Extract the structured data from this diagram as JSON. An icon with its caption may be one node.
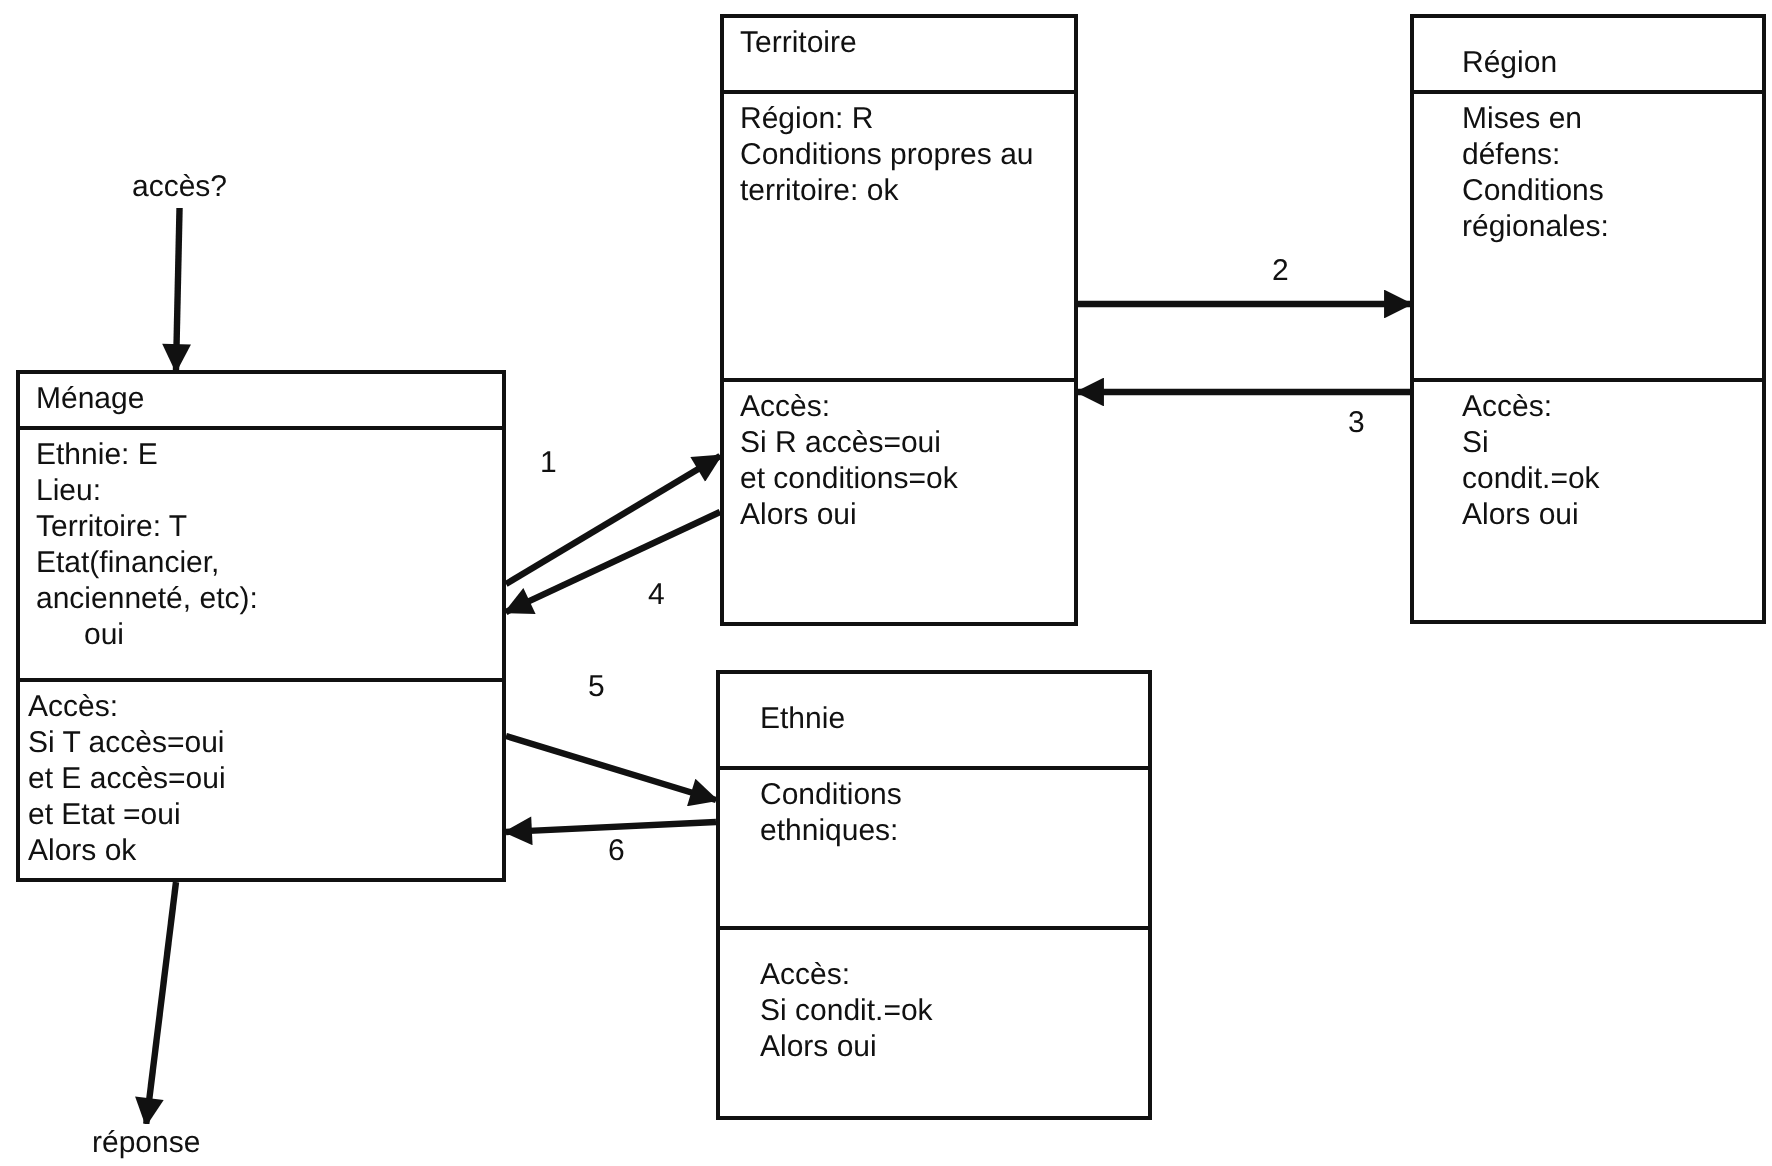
{
  "diagram": {
    "nodes": [
      {
        "text": [
          "accès?"
        ]
      },
      {
        "text": [
          "Ménage",
          "Ethnie: E",
          "Lieu:",
          "Territoire: T",
          "Etat(financier, ancienneté, etc):",
          "oui",
          "Accès:",
          "Si T accès=oui",
          "et E accès=oui",
          "et Etat =oui",
          "Alors ok"
        ]
      },
      {
        "text": [
          "Territoire",
          "Région: R",
          "Conditions propres au territoire: ok",
          "Accès:",
          "Si R accès=oui",
          "et conditions=ok",
          "Alors oui"
        ]
      },
      {
        "text": [
          "Région",
          "Mises en défens:",
          "Conditions régionales:",
          "Accès:",
          "Si condit.=ok",
          "Alors oui"
        ]
      },
      {
        "text": [
          "Ethnie",
          "Conditions ethniques:",
          "Accès:",
          "Si condit.=ok",
          "Alors oui"
        ]
      },
      {
        "text": [
          "réponse"
        ]
      }
    ],
    "edges": [
      {
        "from": 0,
        "to": 1,
        "arrow": "to"
      },
      {
        "from": 1,
        "to": 2,
        "arrow": "to",
        "label": "1"
      },
      {
        "from": 2,
        "to": 3,
        "arrow": "to",
        "label": "2"
      },
      {
        "from": 3,
        "to": 2,
        "arrow": "to",
        "label": "3"
      },
      {
        "from": 2,
        "to": 1,
        "arrow": "to",
        "label": "4"
      },
      {
        "from": 1,
        "to": 4,
        "arrow": "to",
        "label": "5"
      },
      {
        "from": 4,
        "to": 1,
        "arrow": "to",
        "label": "6"
      },
      {
        "from": 1,
        "to": 5,
        "arrow": "to"
      }
    ]
  }
}
